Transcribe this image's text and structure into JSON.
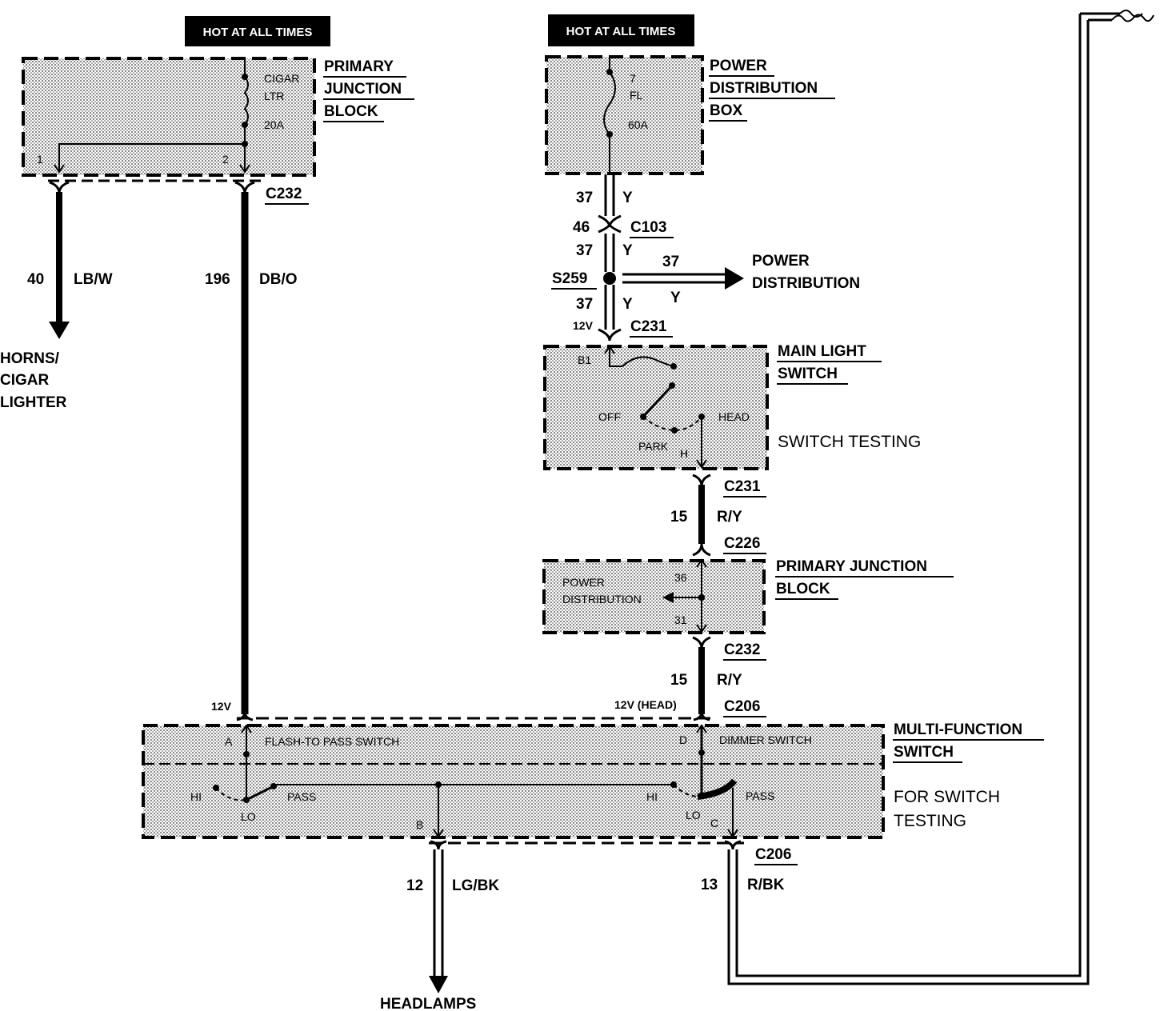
{
  "headers": {
    "left": "HOT AT ALL TIMES",
    "right": "HOT AT ALL TIMES"
  },
  "components": {
    "primary_junction_block_top": {
      "line1": "PRIMARY",
      "line2": "JUNCTION",
      "line3": "BLOCK",
      "fuse_label1": "CIGAR",
      "fuse_label2": "LTR",
      "fuse_rating": "20A",
      "pin1": "1",
      "pin2": "2"
    },
    "power_distribution_box": {
      "line1": "POWER",
      "line2": "DISTRIBUTION",
      "line3": "BOX",
      "fuse_num": "7",
      "fuse_type": "FL",
      "fuse_rating": "60A"
    },
    "main_light_switch": {
      "line1": "MAIN LIGHT",
      "line2": "SWITCH",
      "note": "SWITCH TESTING",
      "pin_b1": "B1",
      "off": "OFF",
      "park": "PARK",
      "head": "HEAD",
      "pin_h": "H"
    },
    "primary_junction_block_mid": {
      "line1": "PRIMARY JUNCTION",
      "line2": "BLOCK",
      "inner1": "POWER",
      "inner2": "DISTRIBUTION",
      "pin36": "36",
      "pin31": "31"
    },
    "multi_function_switch": {
      "line1": "MULTI-FUNCTION",
      "line2": "SWITCH",
      "note1": "FOR SWITCH",
      "note2": "TESTING",
      "flash_to_pass": "FLASH-TO PASS SWITCH",
      "dimmer": "DIMMER SWITCH",
      "pin_a": "A",
      "pin_b": "B",
      "pin_c": "C",
      "pin_d": "D",
      "hi_left": "HI",
      "lo_left": "LO",
      "pass_left": "PASS",
      "hi_right": "HI",
      "lo_right": "LO",
      "pass_right": "PASS"
    }
  },
  "connectors": {
    "c232_top": "C232",
    "c103": "C103",
    "s259": "S259",
    "c231_top": "C231",
    "c231_bottom": "C231",
    "c226": "C226",
    "c232_mid": "C232",
    "c206_top": "C206",
    "c206_bottom": "C206"
  },
  "wires": {
    "w40": {
      "circuit": "40",
      "color": "LB/W"
    },
    "w196": {
      "circuit": "196",
      "color": "DB/O"
    },
    "w37a": {
      "circuit": "37",
      "color": "Y"
    },
    "w46": {
      "circuit": "46"
    },
    "w37b": {
      "circuit": "37",
      "color": "Y"
    },
    "w37c": {
      "circuit": "37",
      "color": "Y"
    },
    "w37d": {
      "circuit": "37",
      "color": "Y"
    },
    "w15a": {
      "circuit": "15",
      "color": "R/Y"
    },
    "w15b": {
      "circuit": "15",
      "color": "R/Y"
    },
    "w12": {
      "circuit": "12",
      "color": "LG/BK"
    },
    "w13": {
      "circuit": "13",
      "color": "R/BK"
    }
  },
  "voltages": {
    "v12_c231": "12V",
    "v12_left": "12V",
    "v12_head": "12V (HEAD)"
  },
  "destinations": {
    "horns_1": "HORNS/",
    "horns_2": "CIGAR",
    "horns_3": "LIGHTER",
    "power_dist_1": "POWER",
    "power_dist_2": "DISTRIBUTION",
    "headlamps": "HEADLAMPS"
  }
}
